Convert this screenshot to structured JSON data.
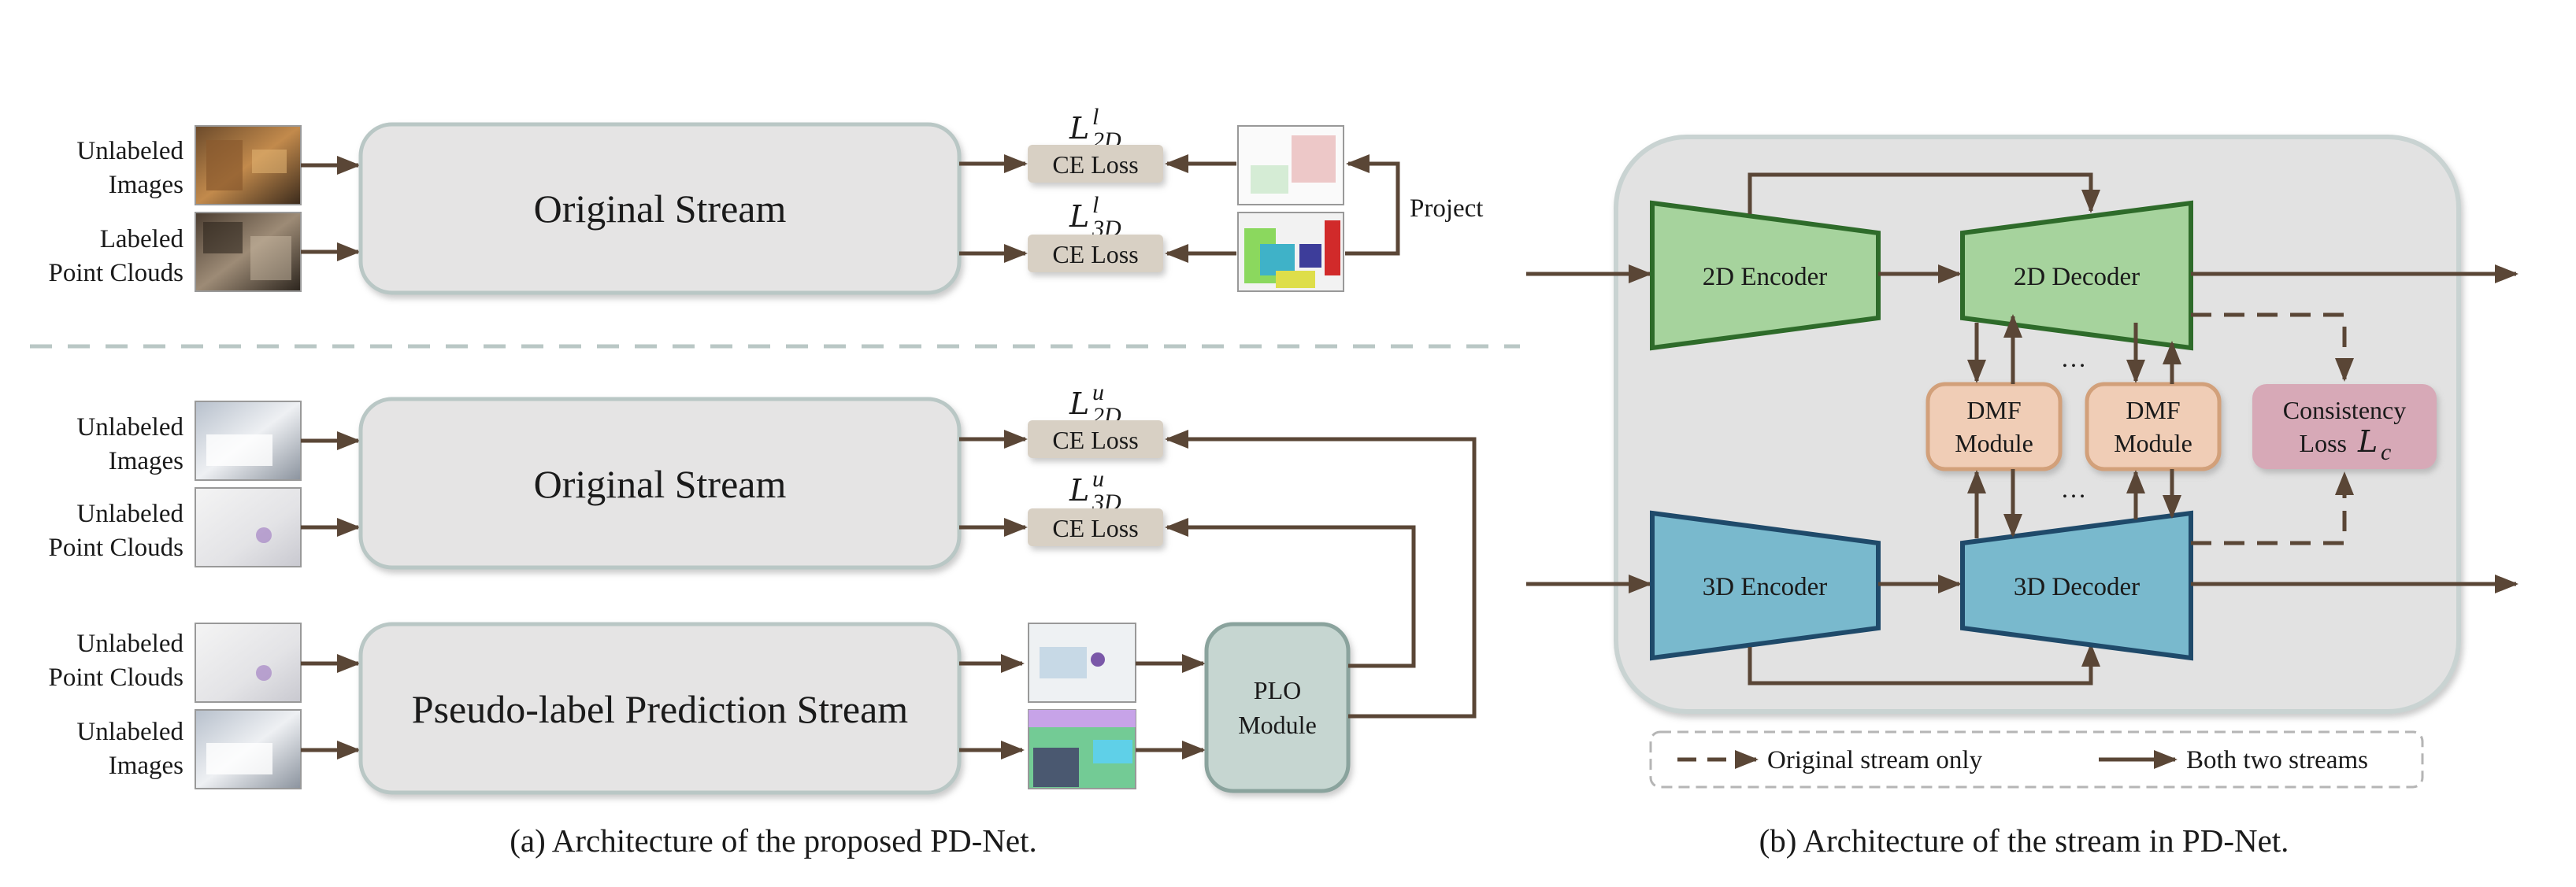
{
  "panel_a": {
    "top": {
      "input1": {
        "line1": "Unlabeled",
        "line2": "Images"
      },
      "input2": {
        "line1": "Labeled",
        "line2": "Point Clouds"
      },
      "stream": "Original Stream",
      "loss1": {
        "label": "CE Loss",
        "sym": "L",
        "sup": "l",
        "sub": "2D"
      },
      "loss2": {
        "label": "CE Loss",
        "sym": "L",
        "sup": "l",
        "sub": "3D"
      },
      "project": "Project"
    },
    "bottom": {
      "input1": {
        "line1": "Unlabeled",
        "line2": "Images"
      },
      "input2": {
        "line1": "Unlabeled",
        "line2": "Point Clouds"
      },
      "stream": "Original Stream",
      "loss1": {
        "label": "CE Loss",
        "sym": "L",
        "sup": "u",
        "sub": "2D"
      },
      "loss2": {
        "label": "CE Loss",
        "sym": "L",
        "sup": "u",
        "sub": "3D"
      },
      "input3": {
        "line1": "Unlabeled",
        "line2": "Point Clouds"
      },
      "input4": {
        "line1": "Unlabeled",
        "line2": "Images"
      },
      "pseudo_stream": "Pseudo-label Prediction Stream",
      "plo": {
        "line1": "PLO",
        "line2": "Module"
      }
    },
    "caption": "(a) Architecture of the proposed PD-Net."
  },
  "panel_b": {
    "enc2d": "2D Encoder",
    "dec2d": "2D Decoder",
    "enc3d": "3D Encoder",
    "dec3d": "3D Decoder",
    "dmf1": {
      "line1": "DMF",
      "line2": "Module"
    },
    "dmf2": {
      "line1": "DMF",
      "line2": "Module"
    },
    "ellipsis_top": "…",
    "ellipsis_bottom": "…",
    "consistency": {
      "line1": "Consistency",
      "line2": "Loss",
      "sym": "L",
      "sub": "c"
    },
    "legend": {
      "dashed": "Original stream only",
      "solid": "Both two streams"
    },
    "caption": "(b) Architecture of the stream in PD-Net."
  },
  "colors": {
    "arrow": "#5a4636",
    "stream_fill": "#e5e4e4",
    "stream_stroke": "#b9c7c5",
    "loss_fill": "#d8d0c4",
    "green_fill": "#a6d39d",
    "green_stroke": "#2e6b2a",
    "blue_fill": "#79b9cd",
    "blue_stroke": "#1f4a6a",
    "dmf_fill": "#f0cdb6",
    "dmf_stroke": "#d2a07a",
    "consistency_fill": "#d7a9b7",
    "plo_fill": "#c6d6d1",
    "plo_stroke": "#8aa39d",
    "panel_fill": "#e2e2e2"
  }
}
